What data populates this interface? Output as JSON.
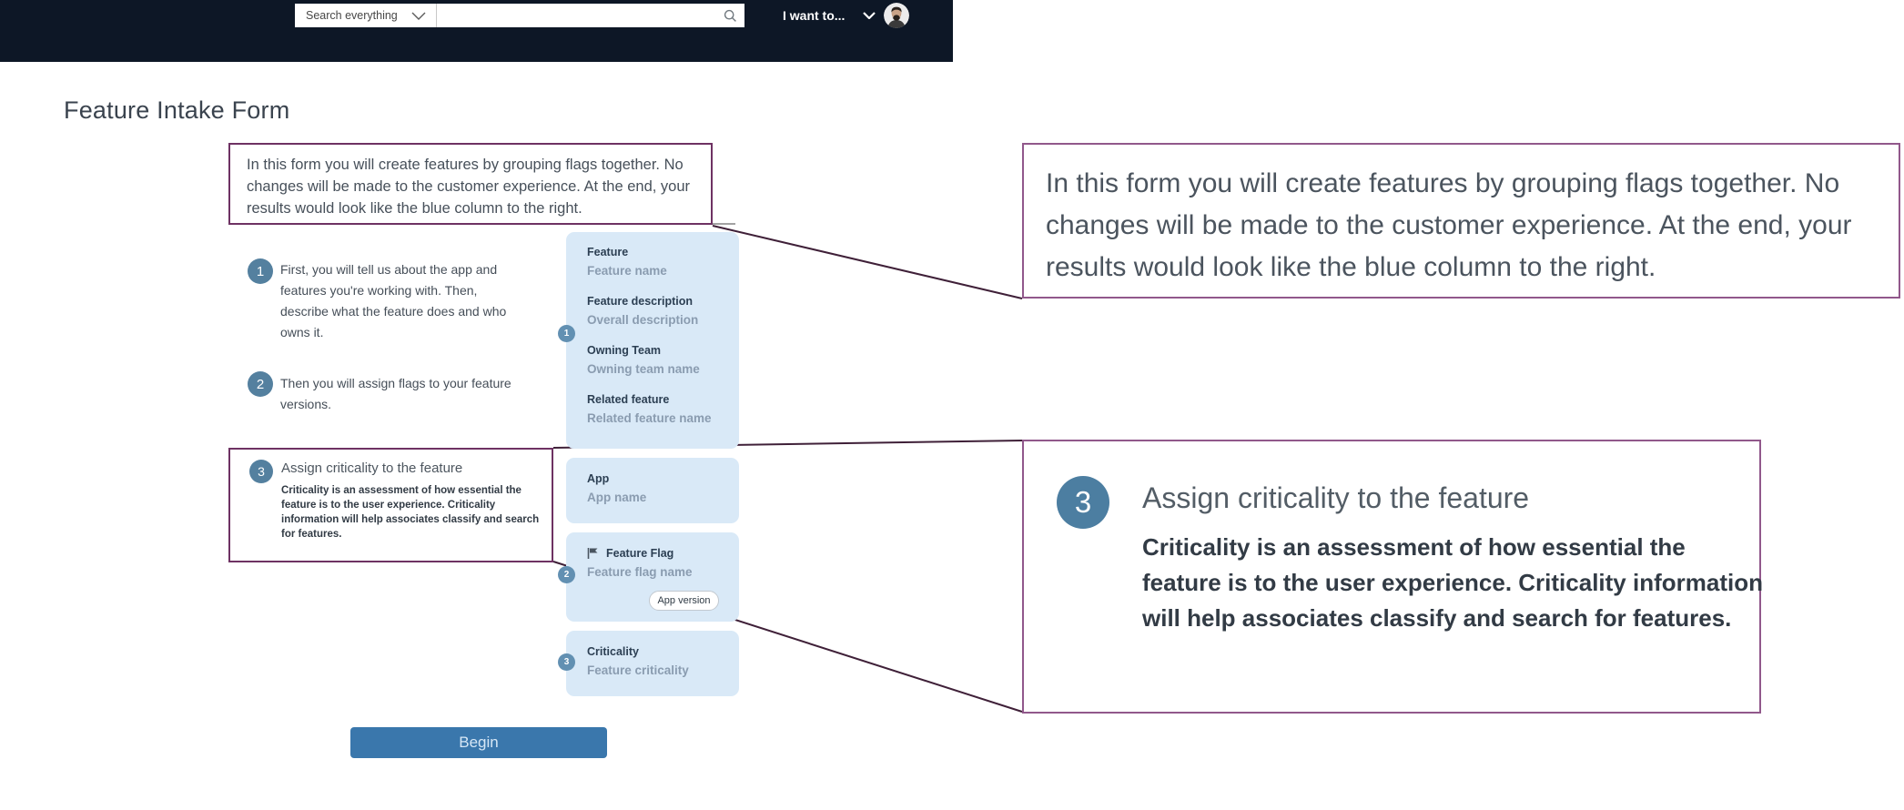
{
  "colors": {
    "header_bg": "#0d1726",
    "step_circle_blue": "#54809f",
    "badge_blue": "#6290b2",
    "card_bg": "#d9e9f7",
    "callout_border": "#6e3263",
    "callout_border_light": "#91588b",
    "connector_line": "#3f2038",
    "button_bg": "#3a77ac"
  },
  "header": {
    "search_category": "Search everything",
    "search_value": "",
    "i_want_to_label": "I want to...",
    "icons": {
      "search_scope_chevron": "chevron-down",
      "search": "magnifier",
      "i_want_to_chevron": "chevron-down",
      "avatar": "user-photo"
    }
  },
  "page_title": "Feature Intake Form",
  "intro_callout": {
    "text": "In this form you will create features by grouping flags together. No changes will be made to the customer experience. At the end, your results would look like the blue column to the right."
  },
  "steps": [
    {
      "number": "1",
      "text": "First, you will tell us about the app and features you're working with. Then, describe what the feature does and who owns it."
    },
    {
      "number": "2",
      "text": "Then you will assign flags to your feature versions."
    },
    {
      "number": "3",
      "title": "Assign criticality to the feature",
      "description": "Criticality is an assessment of how essential the feature is to the user experience. Criticality information will help associates classify and search for features."
    }
  ],
  "zoom_callouts": {
    "intro": {
      "text": "In this form you will create features by grouping flags together. No changes will be made to the customer experience. At the end, your results would look like the blue column to the right."
    },
    "step3": {
      "number": "3",
      "title": "Assign criticality to the feature",
      "description": "Criticality is an assessment of how essential the feature is to the user experience. Criticality information will help associates classify and search for features."
    }
  },
  "preview": {
    "cards": [
      {
        "badge": "1",
        "fields": [
          {
            "label": "Feature",
            "value": "Feature name"
          },
          {
            "label": "Feature description",
            "value": "Overall description"
          },
          {
            "label": "Owning Team",
            "value": "Owning team name"
          },
          {
            "label": "Related feature",
            "value": "Related feature name"
          }
        ]
      },
      {
        "fields": [
          {
            "label": "App",
            "value": "App name"
          }
        ]
      },
      {
        "badge": "2",
        "pill": "App version",
        "icon": "flag",
        "fields": [
          {
            "label": "Feature Flag",
            "value": "Feature flag name"
          }
        ]
      },
      {
        "badge": "3",
        "fields": [
          {
            "label": "Criticality",
            "value": "Feature criticality"
          }
        ]
      }
    ]
  },
  "begin_button_label": "Begin"
}
